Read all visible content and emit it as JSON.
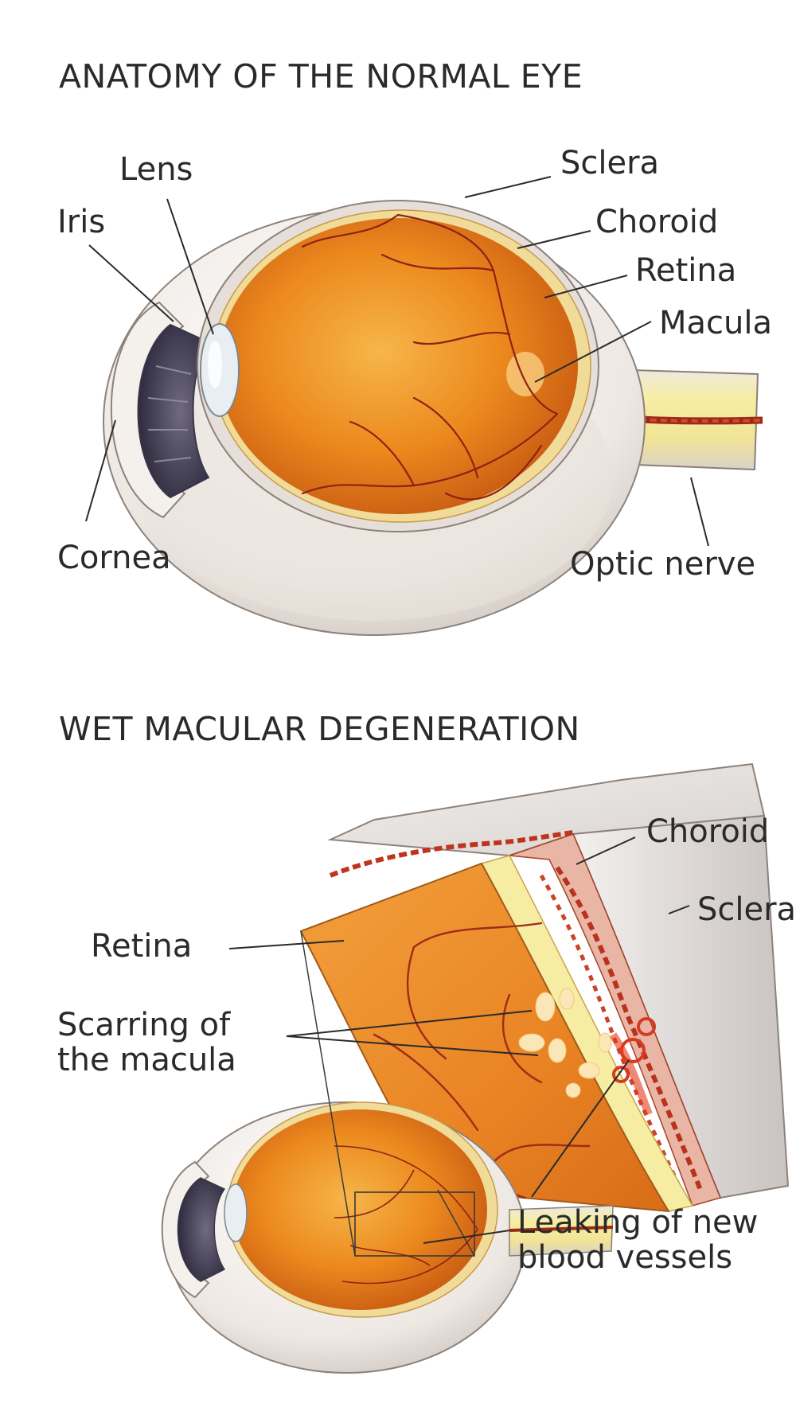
{
  "normal_eye": {
    "title": "ANATOMY OF THE NORMAL EYE",
    "labels": {
      "lens": "Lens",
      "iris": "Iris",
      "cornea": "Cornea",
      "sclera": "Sclera",
      "choroid": "Choroid",
      "retina": "Retina",
      "macula": "Macula",
      "optic_nerve": "Optic nerve"
    }
  },
  "wet_md": {
    "title": "WET MACULAR DEGENERATION",
    "labels": {
      "choroid": "Choroid",
      "sclera": "Sclera",
      "retina": "Retina",
      "scarring_line1": "Scarring of",
      "scarring_line2": "the macula",
      "leaking_line1": "Leaking of new",
      "leaking_line2": "blood vessels"
    }
  },
  "colors": {
    "vitreous": "#e8841a",
    "retina_yellow": "#f6eda2",
    "vessel": "#b8321c",
    "sclera": "#ece6e1",
    "iris": "#4a4560"
  }
}
